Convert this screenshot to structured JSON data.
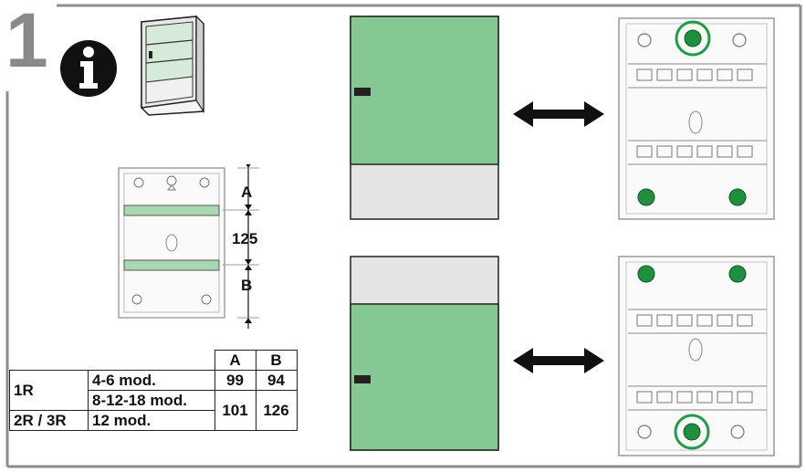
{
  "step": {
    "number": "1"
  },
  "icons": {
    "info": "info-icon",
    "enclosure": "enclosure-thumbnail"
  },
  "dimension_labels": {
    "a": "A",
    "b": "B",
    "rail_spacing": "125"
  },
  "spec_table": {
    "col_a": "A",
    "col_b": "B",
    "rows": [
      {
        "group": "1R",
        "modules": "4-6 mod.",
        "a": "99",
        "b": "94"
      },
      {
        "modules": "8-12-18 mod.",
        "a": "101",
        "b": "126"
      },
      {
        "group": "2R / 3R",
        "modules": "12 mod."
      }
    ]
  },
  "colors": {
    "door_green": "#85c894",
    "mount_green": "#1f8f3e",
    "highlight_ring": "#1e9e49",
    "step_grey": "#8a8a8a",
    "frame_grey": "#8e8e8e"
  }
}
